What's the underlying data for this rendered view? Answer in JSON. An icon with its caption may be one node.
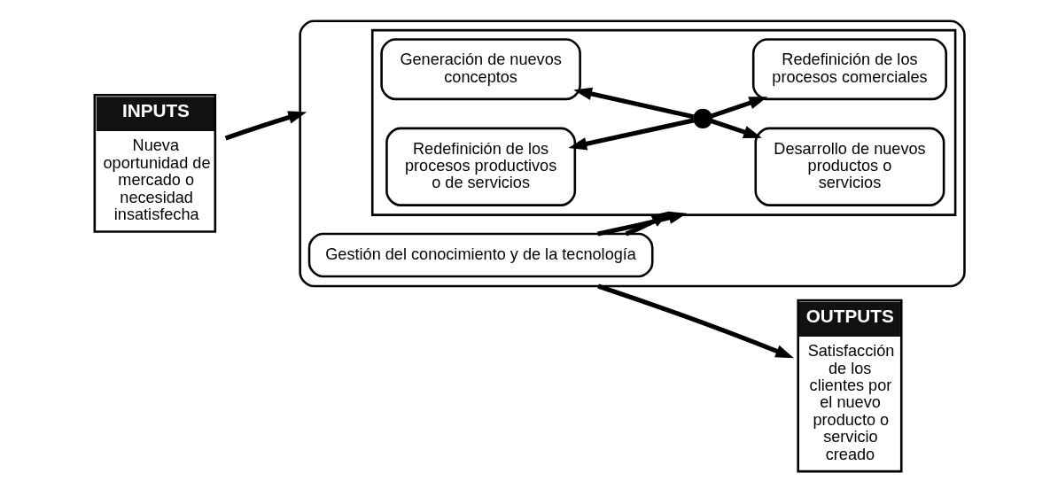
{
  "diagram": {
    "nodes": [
      {
        "text": [
          "INPUTS",
          "Nueva oportunidad de mercado o necesidad insatisfecha"
        ]
      },
      {
        "text": [],
        "shape": "box"
      },
      {
        "text": [],
        "shape": "box",
        "in": 1
      },
      {
        "text": [
          "Generación de nuevos conceptos"
        ],
        "in": 2
      },
      {
        "text": [
          "Desarrollo de nuevos productos o servicios"
        ],
        "in": 2
      },
      {
        "text": [
          "Redefinición de los procesos productivos o de servicios"
        ],
        "in": 2
      },
      {
        "text": [
          "Redefinición de los procesos comerciales"
        ],
        "in": 2
      },
      {
        "text": [],
        "shape": "circle",
        "in": 2
      },
      {
        "text": [
          "Gestión del conocimiento y de la tecnología"
        ],
        "in": 1
      },
      {
        "text": [
          "OUTPUTS",
          "Satisfacción de los clientes por el nuevo producto o servicio creado"
        ]
      }
    ],
    "edges": [
      {
        "from": 0,
        "to": 1,
        "arrow": "to"
      },
      {
        "from": 1,
        "to": 9,
        "arrow": "to"
      },
      {
        "from": 7,
        "to": 3,
        "arrow": "to"
      },
      {
        "from": 7,
        "to": 4,
        "arrow": "to"
      },
      {
        "from": 7,
        "to": 5,
        "arrow": "to"
      },
      {
        "from": 7,
        "to": 6,
        "arrow": "to"
      },
      {
        "from": 8,
        "to": 2,
        "arrow": "to"
      },
      {
        "from": 8,
        "to": 2,
        "arrow": "to"
      }
    ]
  }
}
